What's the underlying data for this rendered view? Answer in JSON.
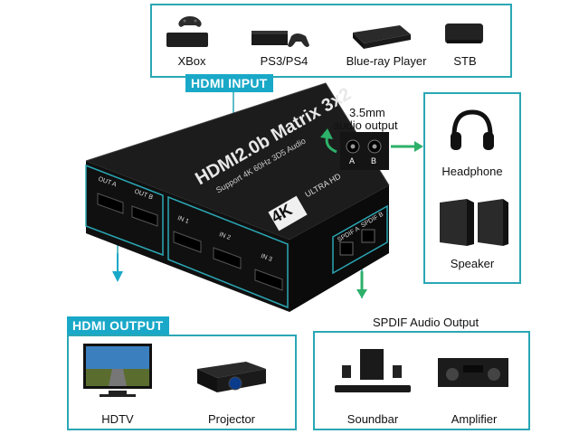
{
  "sources": {
    "xbox": "XBox",
    "ps": "PS3/PS4",
    "bluray": "Blue-ray Player",
    "stb": "STB"
  },
  "tags": {
    "hdmi_input": "HDMI INPUT",
    "hdmi_output": "HDMI OUTPUT",
    "spdif_output": "SPDIF Audio Output"
  },
  "audio": {
    "title_line1": "3.5mm",
    "title_line2": "audio output",
    "jack_a": "A",
    "jack_b": "B",
    "headphone": "Headphone",
    "speaker": "Speaker"
  },
  "device": {
    "badge": "4K",
    "brand": "ULTRA HD",
    "model": "HDMI2.0b Matrix 3x2",
    "sub": "Support 4K 60Hz 3D5 Audio",
    "out_a": "OUT A",
    "out_b": "OUT B",
    "in1": "IN 1",
    "in2": "IN 2",
    "in3": "IN 3",
    "spdif_a": "SPDIF A",
    "spdif_b": "SPDIF B"
  },
  "outputs": {
    "hdtv": "HDTV",
    "projector": "Projector",
    "soundbar": "Soundbar",
    "amplifier": "Amplifier"
  },
  "colors": {
    "frame": "#2aa7b4",
    "tag_bg": "#1aa8c8",
    "arrow": "#2db06a",
    "device": "#1c1c1c"
  }
}
